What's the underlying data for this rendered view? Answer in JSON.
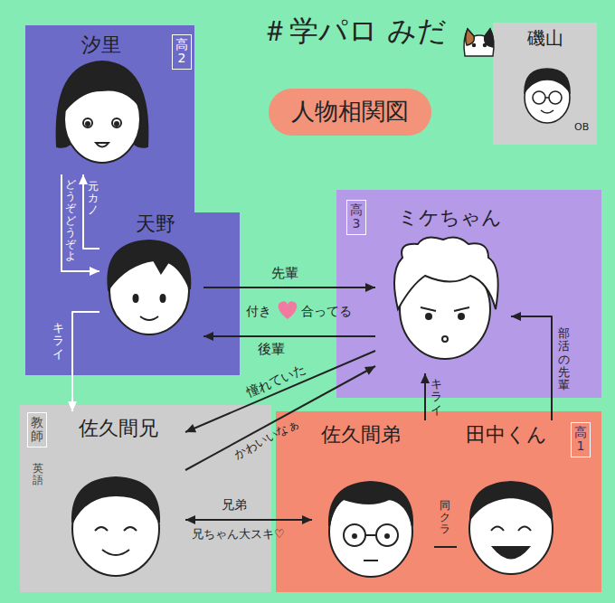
{
  "diagram": {
    "title": "＃学パロ みだ",
    "nodes": [
      {
        "text": [
          "高2"
        ]
      },
      {
        "text": [
          "汐里"
        ],
        "in": 0
      },
      {
        "text": [
          "天野"
        ],
        "in": 0
      },
      {
        "text": [
          "人物相関図"
        ]
      },
      {
        "text": [
          "磯山",
          "OB"
        ]
      },
      {
        "text": [
          "高3"
        ]
      },
      {
        "text": [
          "ミケちゃん"
        ],
        "in": 5
      },
      {
        "text": [
          "教師",
          "英語"
        ]
      },
      {
        "text": [
          "佐久間兄"
        ],
        "in": 7
      },
      {
        "text": [
          "高1"
        ]
      },
      {
        "text": [
          "佐久間弟"
        ],
        "in": 9
      },
      {
        "text": [
          "田中くん"
        ],
        "in": 9
      }
    ],
    "edges": [
      {
        "from": 1,
        "to": 2,
        "label": "どうぞどうぞよ",
        "arrow": "to"
      },
      {
        "from": 2,
        "to": 1,
        "label": "元カノ",
        "arrow": "to"
      },
      {
        "from": 2,
        "to": 6,
        "label": "先輩",
        "arrow": "to"
      },
      {
        "from": 6,
        "to": 2,
        "label": "後輩",
        "arrow": "to"
      },
      {
        "from": 2,
        "to": 8,
        "label": "キライ",
        "arrow": "to"
      },
      {
        "from": 6,
        "to": 8,
        "label": "憧れていた",
        "arrow": "to"
      },
      {
        "from": 8,
        "to": 6,
        "label": "かわいいなぁ",
        "arrow": "to"
      },
      {
        "from": 8,
        "to": 10,
        "label": "兄弟",
        "arrow": "both"
      },
      {
        "from": 10,
        "to": 6,
        "label": "キライ",
        "arrow": "to"
      },
      {
        "from": 10,
        "to": 11,
        "label": "同クラ",
        "arrow": "none"
      },
      {
        "from": 11,
        "to": 6,
        "label": "部活の先輩",
        "arrow": "to"
      }
    ],
    "labels": [
      "付き",
      "合ってる",
      "兄ちゃん大スキ♡"
    ]
  }
}
